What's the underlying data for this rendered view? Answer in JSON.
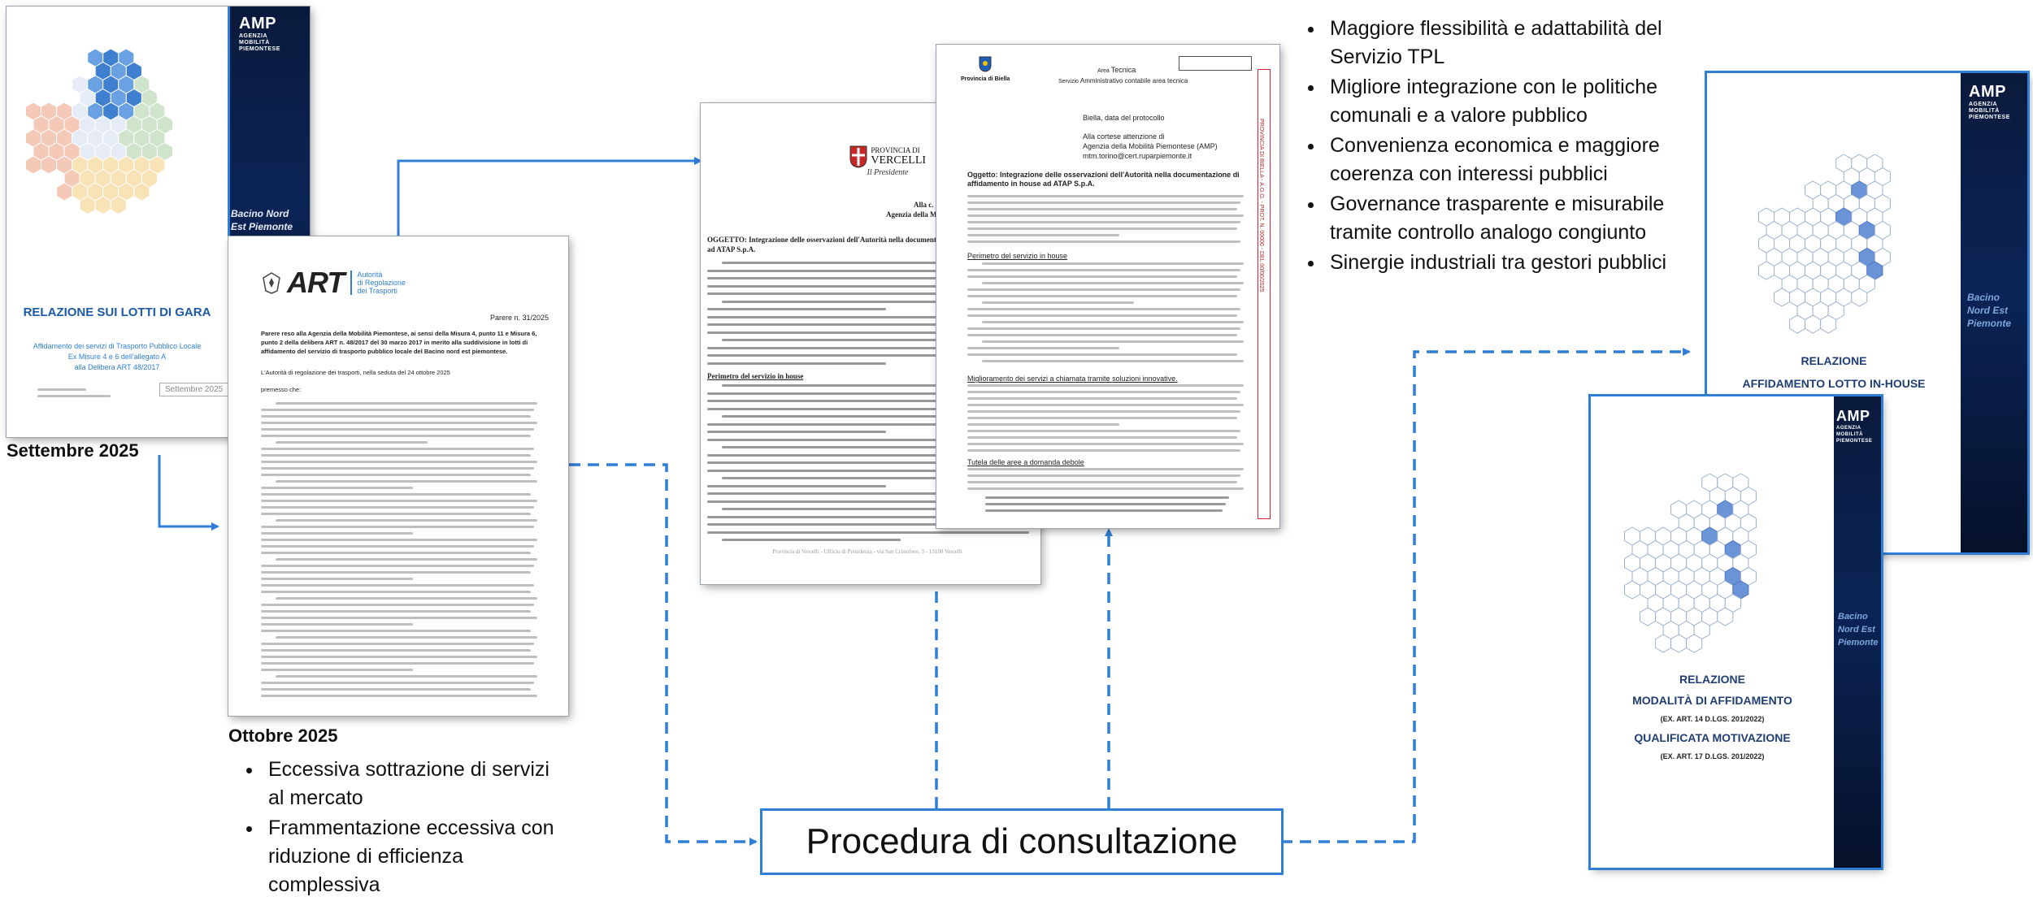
{
  "doc1": {
    "logo_main": "AMP",
    "logo_sub": "AGENZIA MOBILITÀ PIEMONTESE",
    "side_text": "Bacino Nord Est Piemonte",
    "title": "RELAZIONE SUI LOTTI DI GARA",
    "subtitle_1": "Affidamento dei servizi di Trasporto Pubblico Locale",
    "subtitle_2": "Ex Misure 4 e 6 dell'allegato A",
    "subtitle_3": "alla Delibera ART 48/2017",
    "date_stamp": "Settembre 2025",
    "caption": "Settembre 2025"
  },
  "doc2": {
    "logo_art": "ART",
    "logo_art_sub_1": "Autorità",
    "logo_art_sub_2": "di Regolazione",
    "logo_art_sub_3": "dei Trasporti",
    "parere": "Parere n. 31/2025",
    "heading": "Parere reso alla Agenzia della Mobilità Piemontese, ai sensi della Misura 4, punto 11 e Misura 6, punto 2 della delibera ART n. 48/2017 del 30 marzo 2017 in merito alla suddivisione in lotti di affidamento del servizio di trasporto pubblico locale del Bacino nord est piemontese.",
    "intro": "L'Autorità di regolazione dei trasporti, nella seduta del 24 ottobre 2025",
    "premesso": "premesso che:",
    "caption": "Ottobre 2025",
    "bullets": [
      "Eccessiva sottrazione di servizi al mercato",
      "Frammentazione eccessiva con riduzione di efficienza complessiva"
    ]
  },
  "doc3": {
    "logo_1": "PROVINCIA DI",
    "logo_2": "VERCELLI",
    "logo_3": "Il Presidente",
    "alla": "Alla c.",
    "agenzia": "Agenzia della Mobilità",
    "oggetto": "OGGETTO: Integrazione delle osservazioni dell'Autorità nella documentazione di affidamento in house ad ATAP S.p.A.",
    "perimetro": "Perimetro del servizio in house",
    "footer": "Provincia di Vercelli - Ufficio di Presidenza - via San Cristoforo, 3 - 13100 Vercelli"
  },
  "doc4": {
    "logo": "Provincia di Biella",
    "area_label": "Area",
    "area_value": "Tecnica",
    "servizio_label": "Servizio",
    "servizio_value": "Amministrativo contabile area tecnica",
    "luogo": "Biella, data del protocollo",
    "alla": "Alla cortese attenzione di",
    "agenzia": "Agenzia della Mobilità Piemontese (AMP)",
    "email": "mtm.torino@cert.ruparpiemonte.it",
    "oggetto": "Oggetto: Integrazione delle osservazioni dell'Autorità nella documentazione di affidamento in house ad ATAP S.p.A.",
    "perimetro": "Perimetro del servizio in house",
    "miglioramento": "Miglioramento dei servizi a chiamata tramite soluzioni innovative.",
    "tutela": "Tutela delle aree a domanda debole",
    "side_stamp": "PROVINCIA DI BIELLA - A.O.O. - PROT. N. 00000 - DEL 00/00/2025"
  },
  "right_bullets": [
    "Maggiore flessibilità e adattabilità del Servizio TPL",
    "Migliore integrazione con le politiche comunali e a valore pubblico",
    "Convenienza economica e maggiore coerenza con interessi pubblici",
    "Governance trasparente e misurabile tramite controllo analogo congiunto",
    "Sinergie industriali tra gestori pubblici"
  ],
  "doc5": {
    "logo_main": "AMP",
    "logo_sub": "AGENZIA MOBILITÀ PIEMONTESE",
    "side_text": "Bacino Nord Est Piemonte",
    "title_1": "RELAZIONE",
    "title_2": "AFFIDAMENTO LOTTO IN-HOUSE"
  },
  "doc6": {
    "logo_main": "AMP",
    "logo_sub": "AGENZIA MOBILITÀ PIEMONTESE",
    "side_text": "Bacino Nord Est Piemonte",
    "title_1": "RELAZIONE",
    "title_2": "MODALITÀ DI AFFIDAMENTO",
    "title_3": "(EX. ART. 14 D.LGS. 201/2022)",
    "title_4": "QUALIFICATA MOTIVAZIONE",
    "title_5": "(EX. ART. 17 D.LGS. 201/2022)"
  },
  "procedura": "Procedura di consultazione",
  "colors": {
    "accent": "#2f7fd6",
    "dark_navy": "#0b2456",
    "title_blue": "#1c5aa6"
  }
}
